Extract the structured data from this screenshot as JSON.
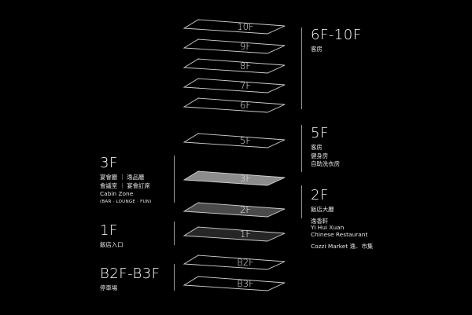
{
  "floor_plates": [
    {
      "label": "10F",
      "highlight": "none"
    },
    {
      "label": "9F",
      "highlight": "none"
    },
    {
      "label": "8F",
      "highlight": "none"
    },
    {
      "label": "7F",
      "highlight": "none"
    },
    {
      "label": "6F",
      "highlight": "none"
    },
    {
      "label": "5F",
      "highlight": "none"
    },
    {
      "label": "3F",
      "highlight": "light"
    },
    {
      "label": "2F",
      "highlight": "medium"
    },
    {
      "label": "1F",
      "highlight": "dark"
    },
    {
      "label": "B2F",
      "highlight": "none"
    },
    {
      "label": "B3F",
      "highlight": "none"
    }
  ],
  "colors": {
    "background": "#000000",
    "outline": "#d0d0d0",
    "fill_light": "#8c8c8c",
    "fill_medium": "#4a4a4a",
    "fill_dark": "#262626",
    "bracket": "#9a9a9a"
  },
  "legend": {
    "upper_rooms": {
      "title": "6F-10F",
      "lines": [
        "客房"
      ]
    },
    "fifth_floor": {
      "title": "5F",
      "lines": [
        "客房",
        "健身房",
        "自助洗衣房"
      ]
    },
    "second_floor": {
      "title": "2F",
      "lines": [
        "飯店大廳",
        "逸香軒",
        "Yi Hui Xuan",
        "Chinese Restaurant",
        "Cozzi Market 逸．市集"
      ]
    },
    "third_floor": {
      "title": "3F",
      "lines": [
        "宴會廳 ｜ 逸品廳",
        "會議室 ｜ 宴會訂席",
        "Cabin Zone"
      ],
      "note": "(BAR · LOUNGE · FUN)"
    },
    "first_floor": {
      "title": "1F",
      "lines": [
        "飯店入口"
      ]
    },
    "basement": {
      "title": "B2F-B3F",
      "lines": [
        "停車場"
      ]
    }
  }
}
